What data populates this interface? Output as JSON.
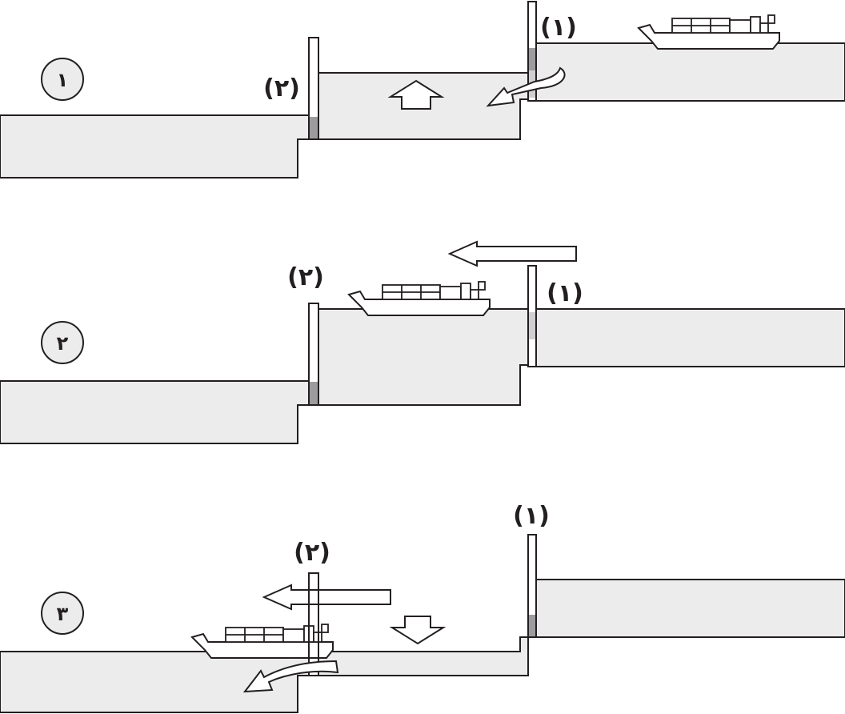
{
  "diagram": {
    "panels": [
      {
        "step": "١",
        "gate_upper": "(١)",
        "gate_lower": "(٢)"
      },
      {
        "step": "٢",
        "gate_upper": "(١)",
        "gate_lower": "(٢)"
      },
      {
        "step": "٣",
        "gate_upper": "(١)",
        "gate_lower": "(٢)"
      }
    ],
    "colors": {
      "water": "#ececed",
      "ink": "#231f20",
      "seal": "#9c9c9e"
    },
    "icons": [
      "ship-icon",
      "water-flow-arrow",
      "up-arrow",
      "down-arrow",
      "left-arrow"
    ]
  }
}
